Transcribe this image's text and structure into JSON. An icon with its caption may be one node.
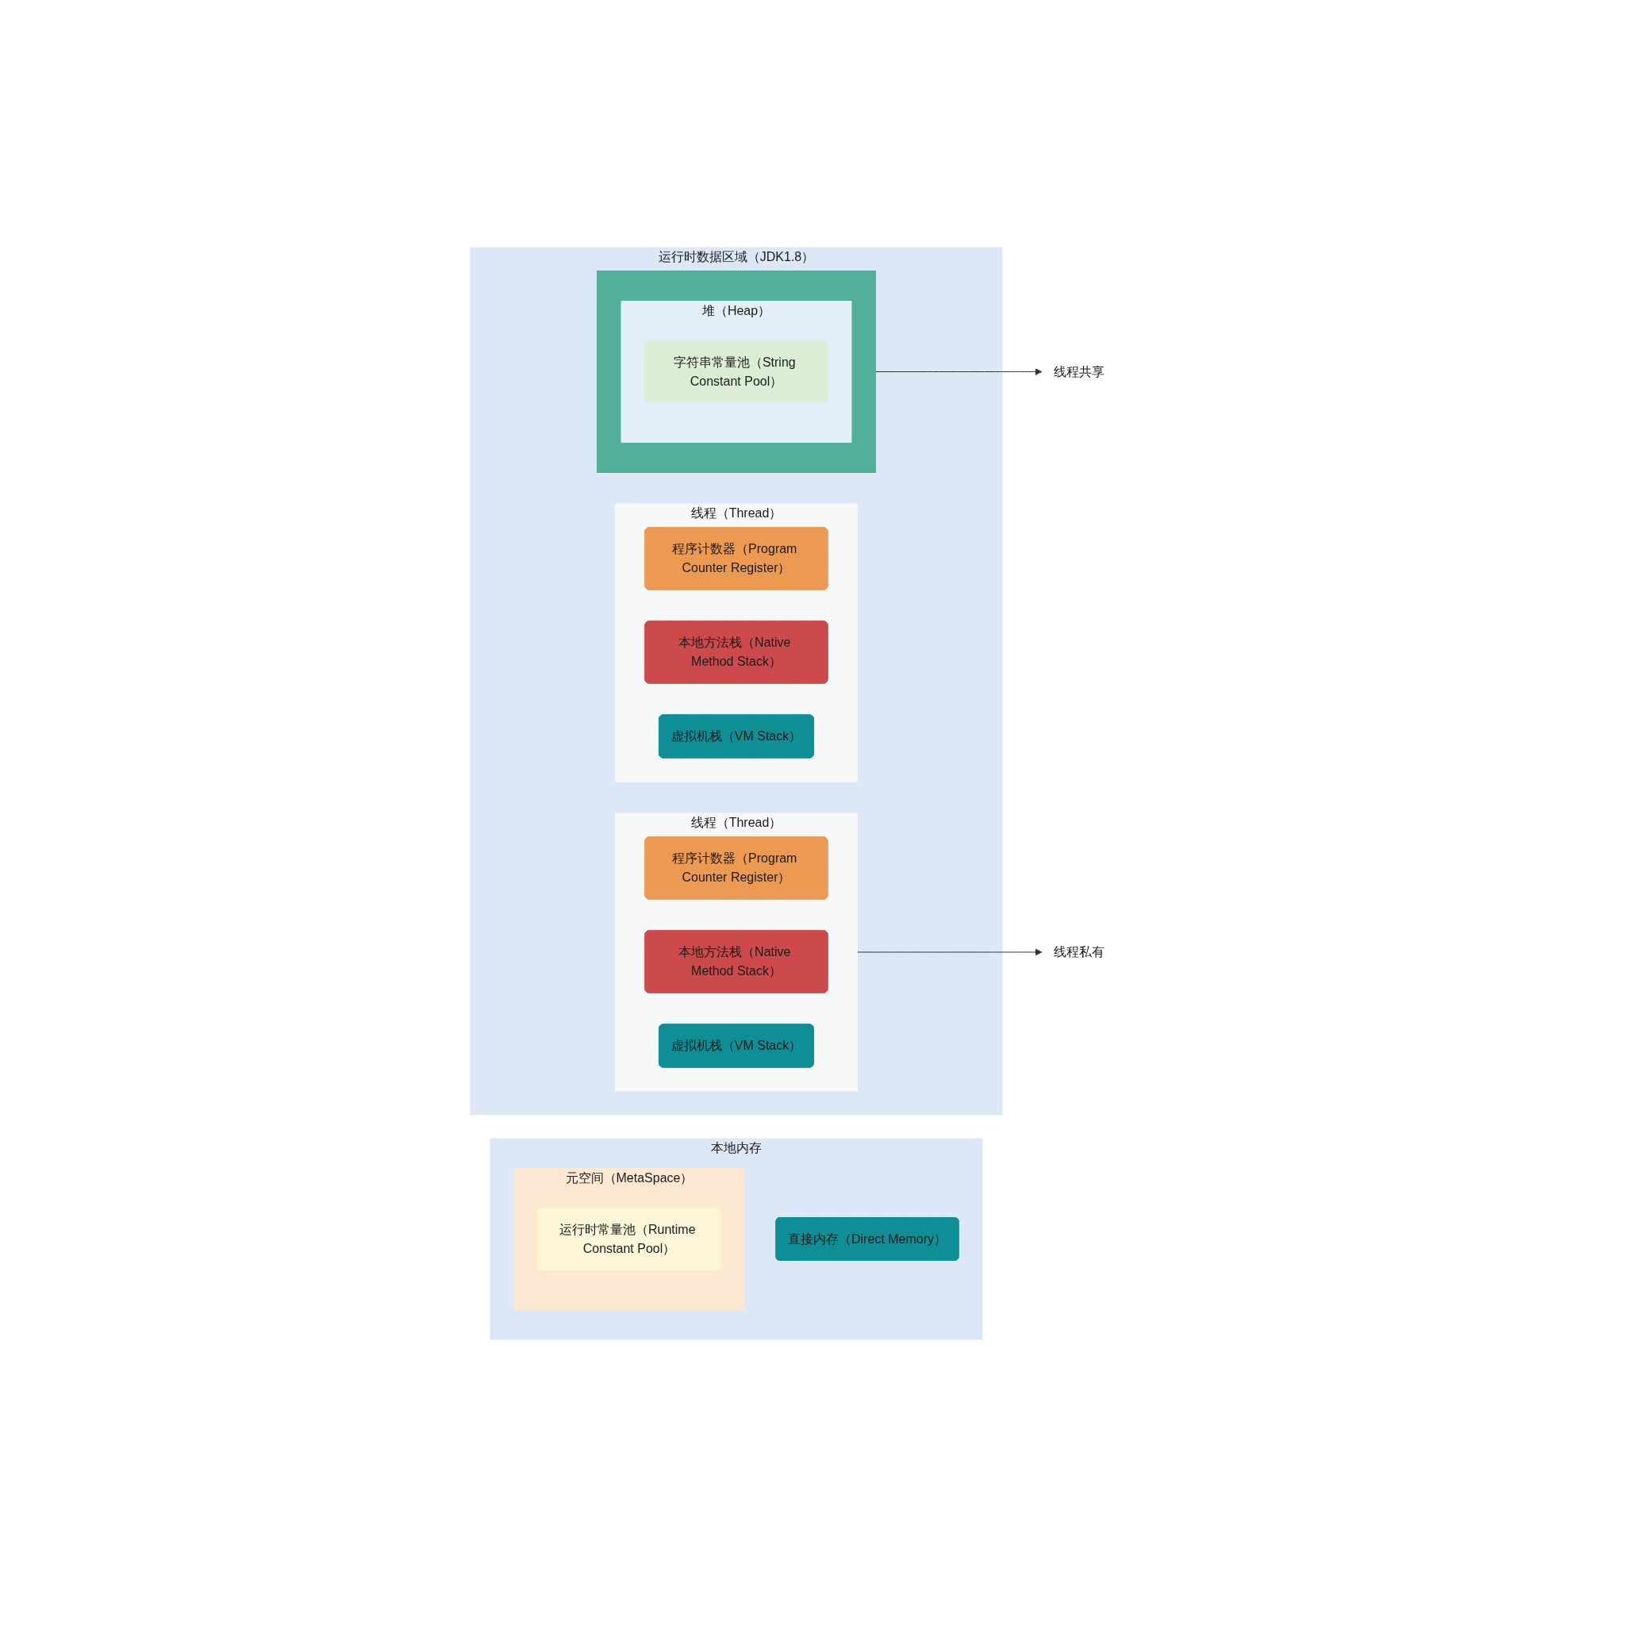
{
  "diagram": {
    "nodes": [
      {
        "text": [
          "运行时数据区域（JDK1.8）"
        ]
      },
      {
        "text": [],
        "shape": "box",
        "in": 0
      },
      {
        "text": [
          "堆（Heap）"
        ],
        "in": 1
      },
      {
        "text": [
          "字符串常量池（String Constant Pool）"
        ],
        "in": 2
      },
      {
        "text": [
          "线程（Thread）"
        ],
        "in": 0
      },
      {
        "text": [
          "虚拟机栈（VM Stack）"
        ],
        "in": 4
      },
      {
        "text": [
          "本地方法栈（Native Method Stack）"
        ],
        "in": 4
      },
      {
        "text": [
          "程序计数器（Program Counter Register）"
        ],
        "in": 4
      },
      {
        "text": [
          "线程（Thread）"
        ],
        "in": 0
      },
      {
        "text": [
          "虚拟机栈（VM Stack）"
        ],
        "in": 8
      },
      {
        "text": [
          "本地方法栈（Native Method Stack）"
        ],
        "in": 8
      },
      {
        "text": [
          "程序计数器（Program Counter Register）"
        ],
        "in": 8
      },
      {
        "text": [
          "本地内存"
        ]
      },
      {
        "text": [
          "元空间（MetaSpace）"
        ],
        "in": 12
      },
      {
        "text": [
          "运行时常量池（Runtime Constant Pool）"
        ],
        "in": 13
      },
      {
        "text": [
          "直接内存（Direct Memory）"
        ],
        "in": 12
      },
      {
        "text": [
          "线程共享"
        ]
      },
      {
        "text": [
          "线程私有"
        ]
      }
    ],
    "edges": [
      {
        "from": 1,
        "to": 16,
        "arrow": "to"
      },
      {
        "from": 8,
        "to": 17,
        "arrow": "to"
      }
    ]
  }
}
